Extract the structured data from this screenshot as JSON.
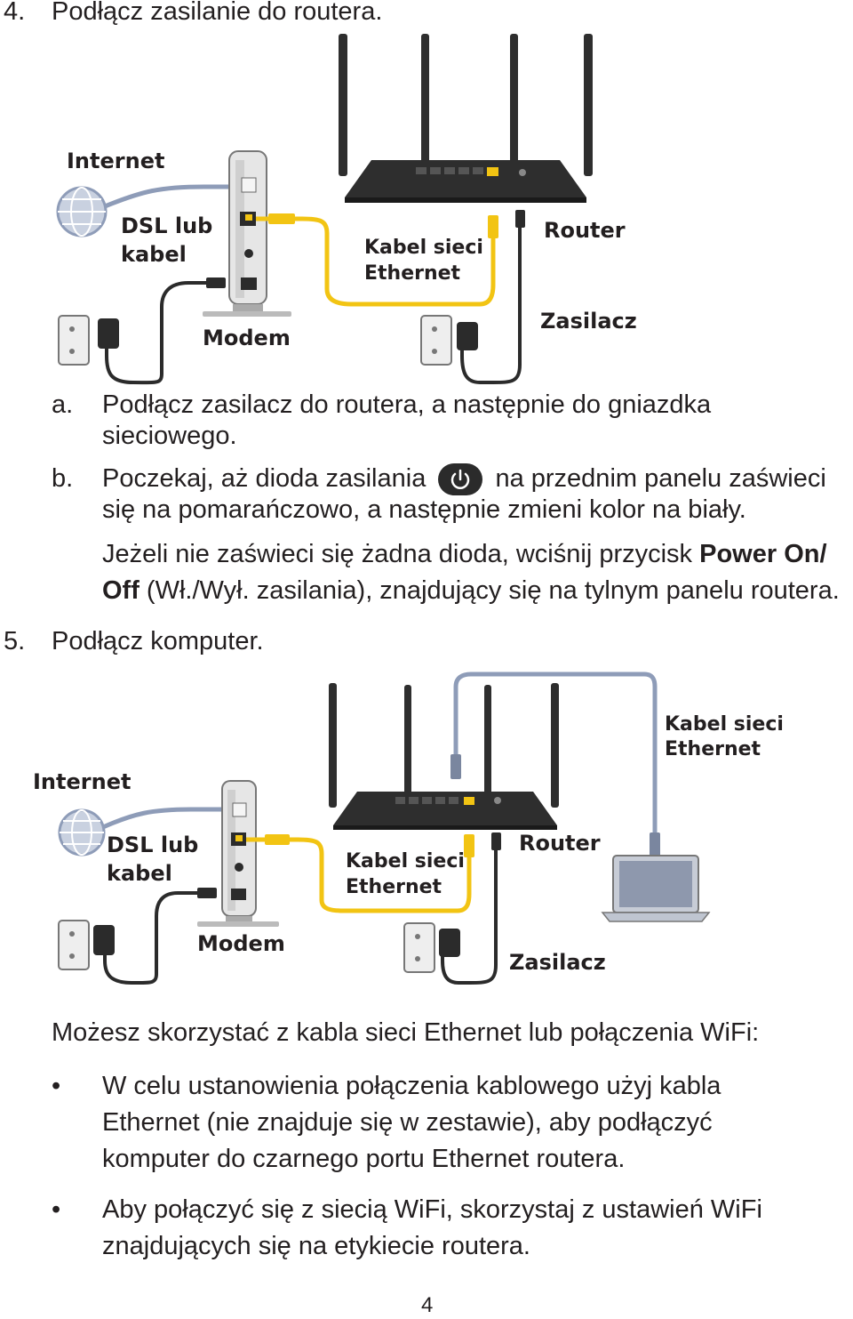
{
  "step4": {
    "number": "4.",
    "title": "Podłącz zasilanie do routera.",
    "diagram": {
      "internet": "Internet",
      "dsl_line1": "DSL lub",
      "dsl_line2": "kabel",
      "modem": "Modem",
      "ethernet_line1": "Kabel sieci",
      "ethernet_line2": "Ethernet",
      "router": "Router",
      "power_adapter": "Zasilacz"
    },
    "a_marker": "a.",
    "a_line1": "Podłącz zasilacz do routera, a następnie do gniazdka",
    "a_line2": "sieciowego.",
    "b_marker": "b.",
    "b_line1_before": "Poczekaj, aż dioda zasilania",
    "b_line1_after": "na przednim panelu zaświeci",
    "b_line2": "się na pomarańczowo, a następnie zmieni kolor na biały.",
    "note_line1_before": "Jeżeli nie zaświeci się żadna dioda, wciśnij przycisk ",
    "note_bold1": "Power On/",
    "note_bold2": "Off",
    "note_line2_after": " (Wł./Wył. zasilania), znajdujący się na tylnym panelu routera."
  },
  "step5": {
    "number": "5.",
    "title": "Podłącz komputer.",
    "diagram": {
      "internet": "Internet",
      "dsl_line1": "DSL lub",
      "dsl_line2": "kabel",
      "modem": "Modem",
      "ethernet_line1": "Kabel sieci",
      "ethernet_line2": "Ethernet",
      "router": "Router",
      "power_adapter": "Zasilacz",
      "ethernet2_line1": "Kabel sieci",
      "ethernet2_line2": "Ethernet"
    },
    "intro": "Możesz skorzystać z kabla sieci Ethernet lub połączenia WiFi:",
    "bullets": [
      {
        "marker": "•",
        "lines": [
          "W celu ustanowienia połączenia kablowego użyj kabla",
          "Ethernet (nie znajduje się w zestawie), aby podłączyć",
          "komputer do czarnego portu Ethernet routera."
        ]
      },
      {
        "marker": "•",
        "lines": [
          "Aby połączyć się z siecią WiFi, skorzystaj z ustawień WiFi",
          "znajdujących się na etykiecie routera."
        ]
      }
    ]
  },
  "page_number": "4",
  "colors": {
    "ethernet_cable": "#f2c413",
    "computer_cable": "#8e9cb8",
    "dsl_cable": "#8e9cb8",
    "power_cable": "#2b2b2b",
    "router_body": "#2e2e2e"
  }
}
